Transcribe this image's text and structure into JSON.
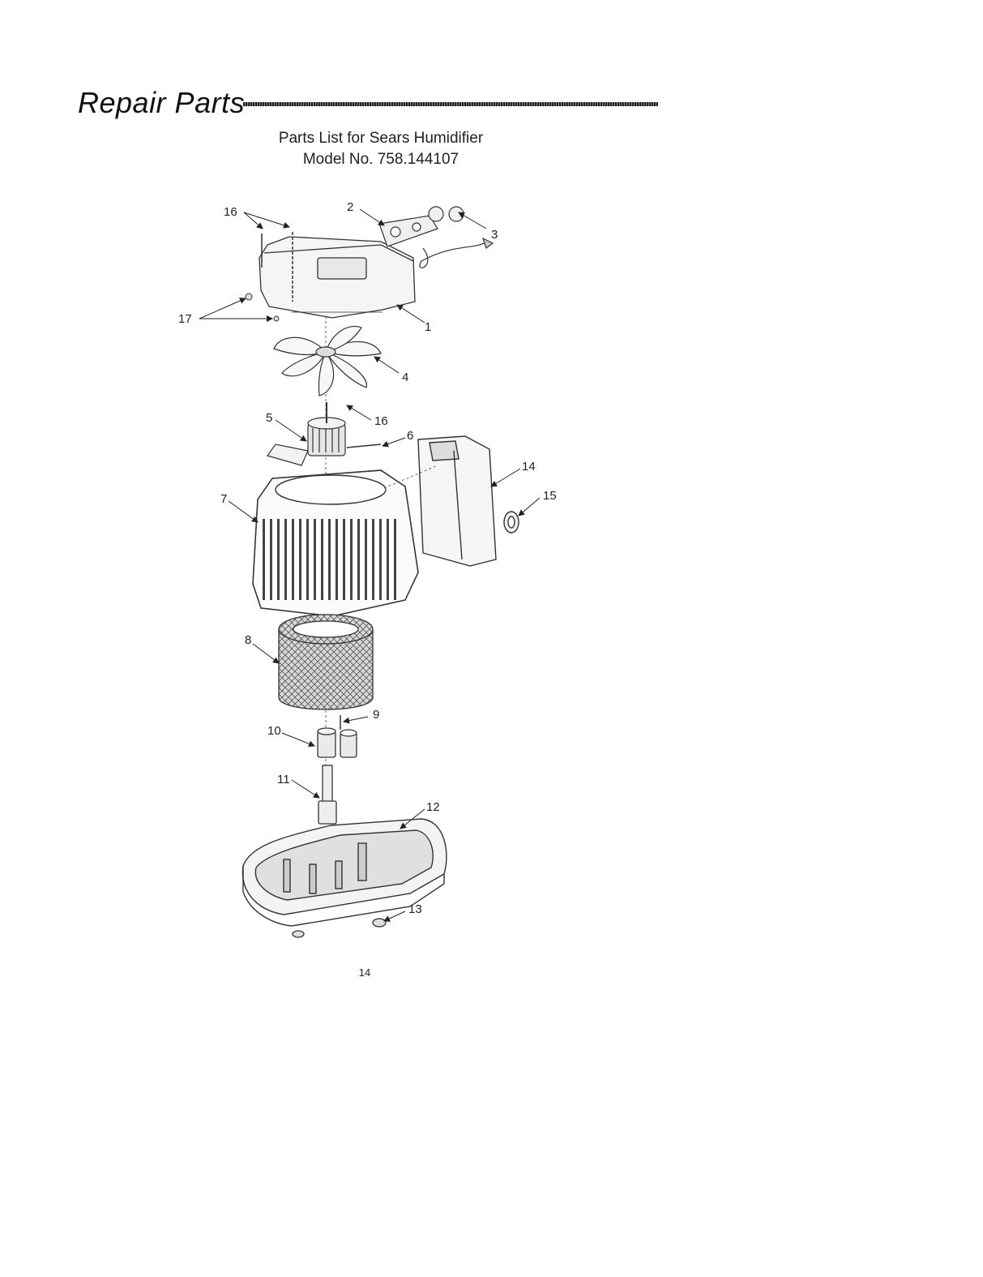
{
  "header": {
    "section_title": "Repair Parts",
    "subtitle_line1": "Parts List for Sears Humidifier",
    "subtitle_line2": "Model No. 758.144107"
  },
  "callouts": {
    "c1": "1",
    "c2": "2",
    "c3": "3",
    "c4": "4",
    "c5": "5",
    "c6": "6",
    "c7": "7",
    "c8": "8",
    "c9": "9",
    "c10": "10",
    "c11": "11",
    "c12": "12",
    "c13": "13",
    "c14": "14",
    "c15": "15",
    "c16a": "16",
    "c16b": "16",
    "c17": "17"
  },
  "footer": {
    "page_number": "14"
  }
}
